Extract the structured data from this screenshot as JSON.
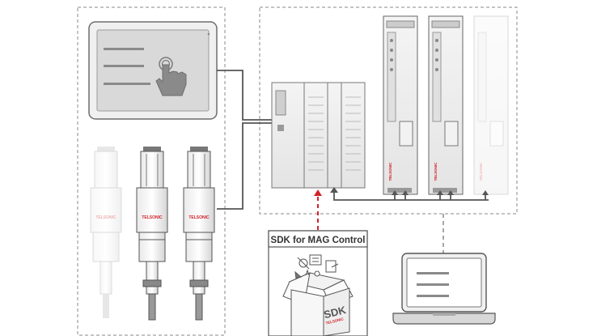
{
  "sdk_panel": {
    "title": "SDK for MAG Control",
    "box_label": "SDK",
    "box_brand": "TELSONIC"
  },
  "brand": {
    "name": "TELSONIC",
    "accent_color": "#d2232a",
    "line_color": "#555555",
    "dash_color": "#8a8a8a"
  },
  "icons": {
    "touch": "hand-pointer-icon",
    "laptop": "laptop-icon",
    "box": "sdk-box-icon"
  }
}
